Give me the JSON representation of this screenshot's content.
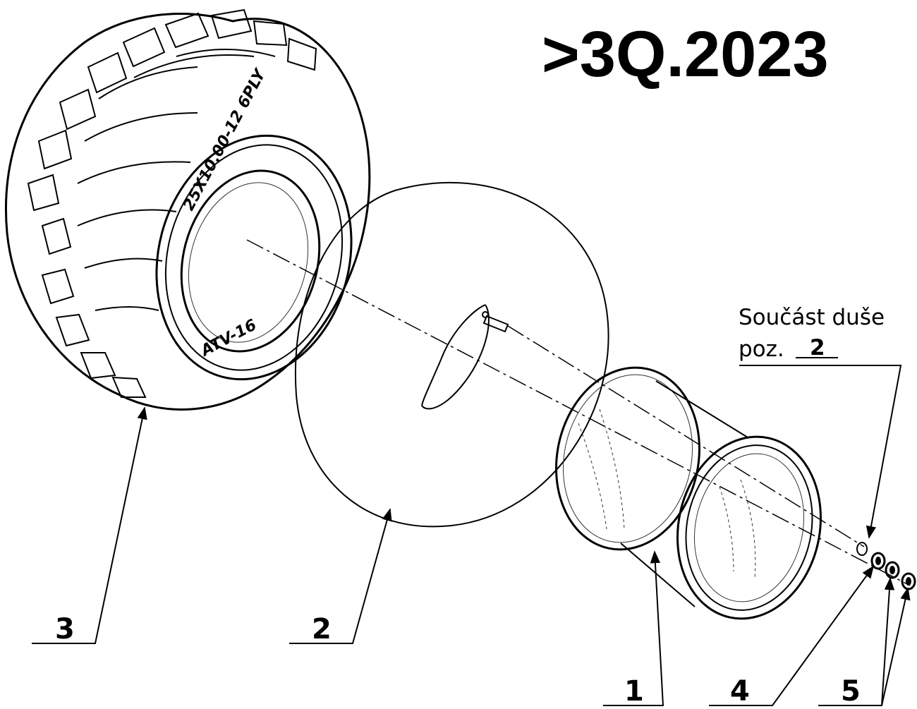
{
  "drawing": {
    "title": ">3Q.2023",
    "note": {
      "line1": "Součást duše",
      "line2_prefix": "poz.",
      "line2_value": "2"
    },
    "callouts": [
      {
        "id": "tire",
        "label": "3"
      },
      {
        "id": "tube",
        "label": "2"
      },
      {
        "id": "rim",
        "label": "1"
      },
      {
        "id": "washer",
        "label": "4"
      },
      {
        "id": "nuts",
        "label": "5"
      }
    ],
    "tire_sidewall": {
      "size_text": "25X10.00-12 6PLY",
      "model_text": "ATV-16"
    }
  }
}
